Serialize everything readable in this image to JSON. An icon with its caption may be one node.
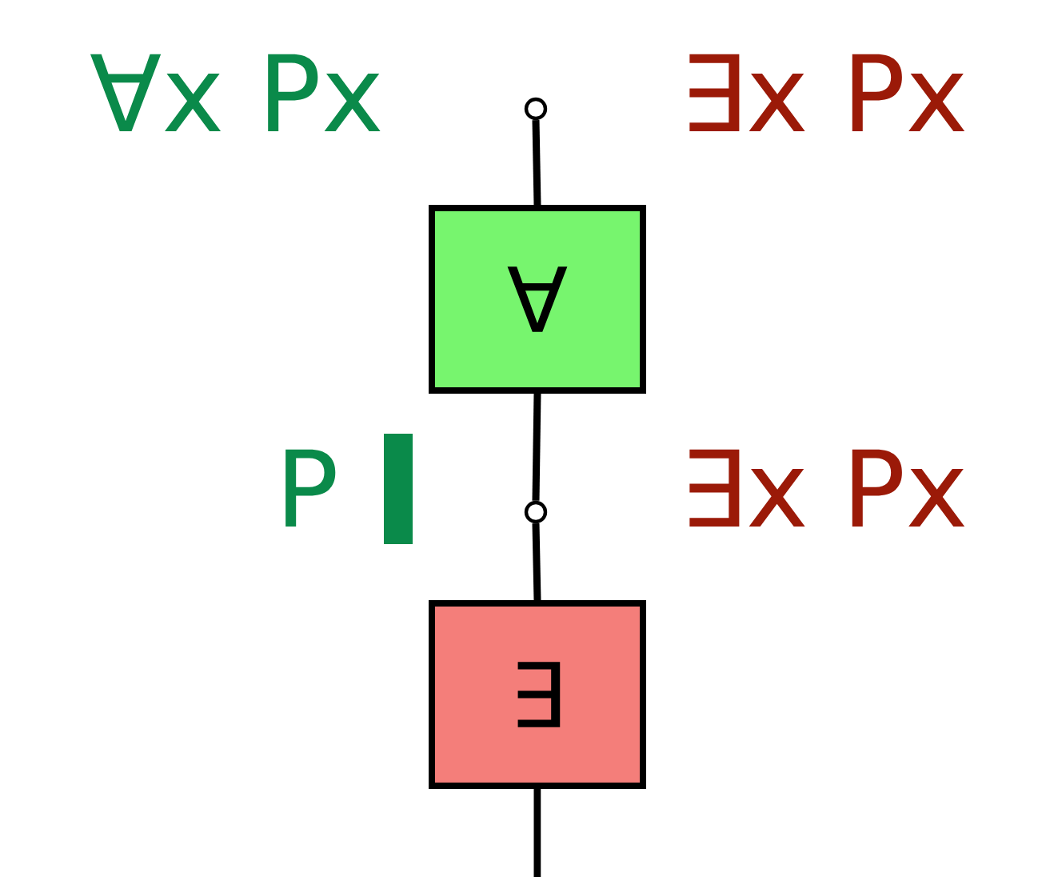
{
  "diagram": {
    "nodes": [
      {
        "text": [],
        "shape": "circle"
      },
      {
        "text": [
          "∀"
        ]
      },
      {
        "text": [],
        "shape": "circle"
      },
      {
        "text": [
          "∃"
        ]
      }
    ],
    "edges": [
      {
        "from": 0,
        "to": 1,
        "arrow": "none"
      },
      {
        "from": 1,
        "to": 2,
        "arrow": "none"
      },
      {
        "from": 2,
        "to": 3,
        "arrow": "none"
      },
      {
        "from": 3,
        "to": null,
        "arrow": "none"
      }
    ],
    "labels": [
      "∀x Px",
      "∃x Px",
      "P",
      "∃x Px"
    ]
  }
}
